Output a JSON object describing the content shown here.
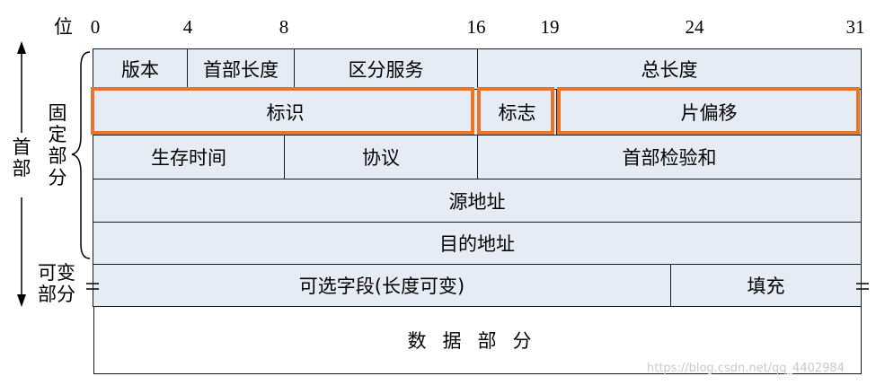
{
  "ruler": {
    "label": "位",
    "ticks": [
      "0",
      "4",
      "8",
      "16",
      "19",
      "24",
      "31"
    ]
  },
  "side": {
    "header_label": "首部",
    "fixed_label": "固定部分",
    "variable_label": "可变部分"
  },
  "rows": {
    "row1": {
      "version": "版本",
      "header_length": "首部长度",
      "diff_services": "区分服务",
      "total_length": "总长度"
    },
    "row2": {
      "identification": "标识",
      "flags": "标志",
      "fragment_offset": "片偏移"
    },
    "row3": {
      "ttl": "生存时间",
      "protocol": "协议",
      "checksum": "首部检验和"
    },
    "row4": {
      "source_address": "源地址"
    },
    "row5": {
      "destination_address": "目的地址"
    },
    "row6": {
      "options": "可选字段(长度可变)",
      "padding": "填充"
    }
  },
  "data_part": "数据部分",
  "watermark": "https://blog.csdn.net/qq_4402984",
  "colors": {
    "cell_fill": "#e6ecf5",
    "highlight": "#e8762a",
    "border": "#1a1a1a"
  }
}
